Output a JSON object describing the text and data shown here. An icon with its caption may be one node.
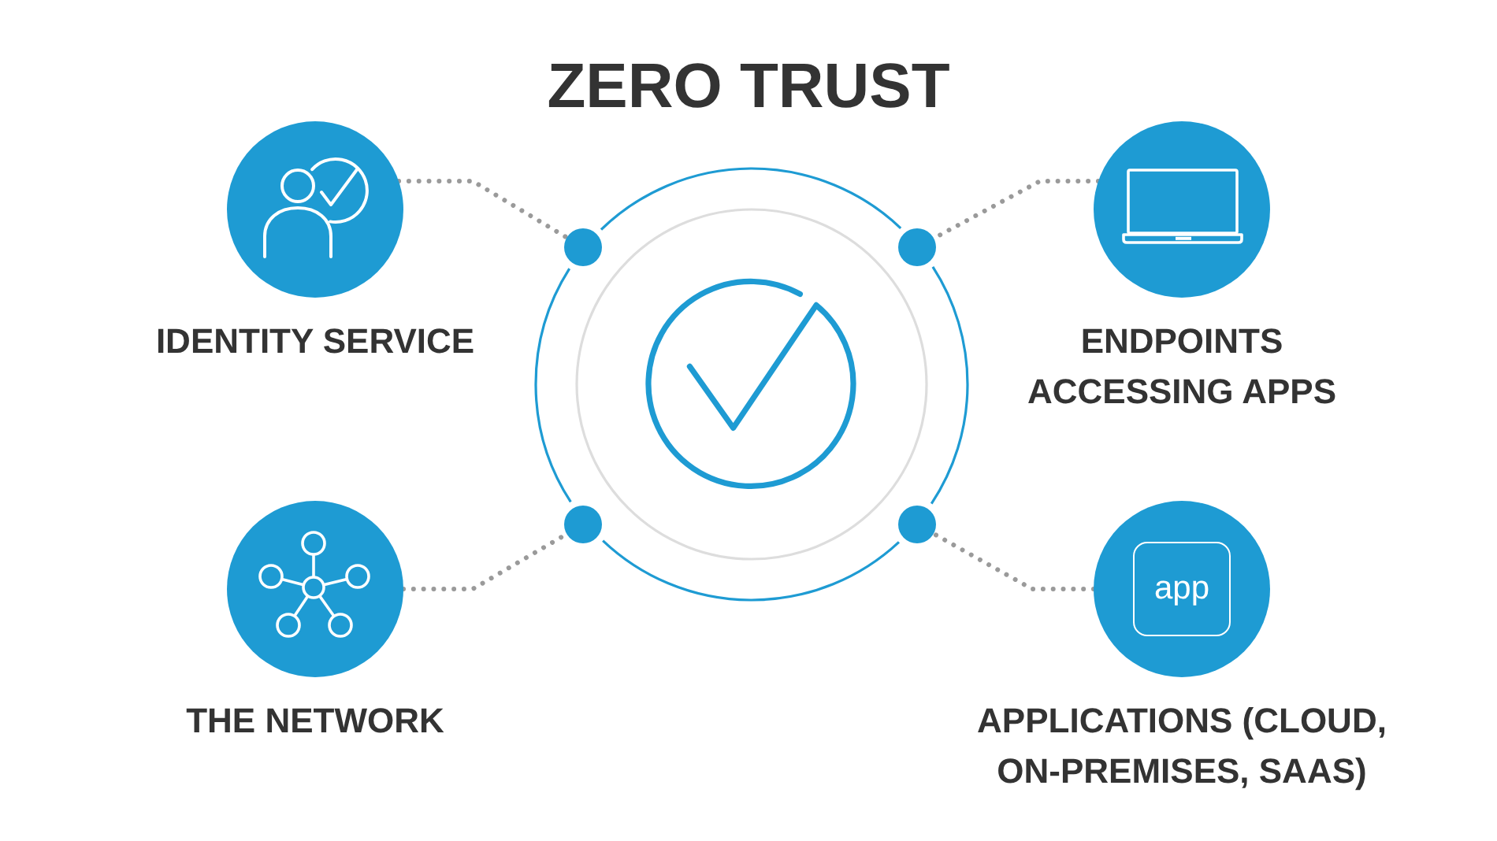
{
  "diagram": {
    "title": "ZERO TRUST",
    "nodes": [
      {
        "text": [
          "IDENTITY SERVICE"
        ]
      },
      {
        "text": [
          "ENDPOINTS ACCESSING APPS"
        ]
      },
      {
        "text": [],
        "shape": "circle"
      },
      {
        "text": [
          "THE NETWORK"
        ]
      },
      {
        "text": [
          "APPLICATIONS (CLOUD, ON-PREMISES, SAAS)"
        ]
      },
      {
        "text": [
          "app"
        ],
        "in": 4
      },
      {
        "text": [],
        "shape": "circle"
      },
      {
        "text": [],
        "shape": "circle"
      },
      {
        "text": [],
        "shape": "circle"
      },
      {
        "text": [],
        "shape": "circle"
      }
    ],
    "edges": [
      {
        "from": 0,
        "to": 6,
        "arrow": "none",
        "style": "dashed"
      },
      {
        "from": 1,
        "to": 7,
        "arrow": "none",
        "style": "dashed"
      },
      {
        "from": 3,
        "to": 8,
        "arrow": "none",
        "style": "dashed"
      },
      {
        "from": 4,
        "to": 9,
        "arrow": "none",
        "style": "dashed"
      }
    ]
  }
}
